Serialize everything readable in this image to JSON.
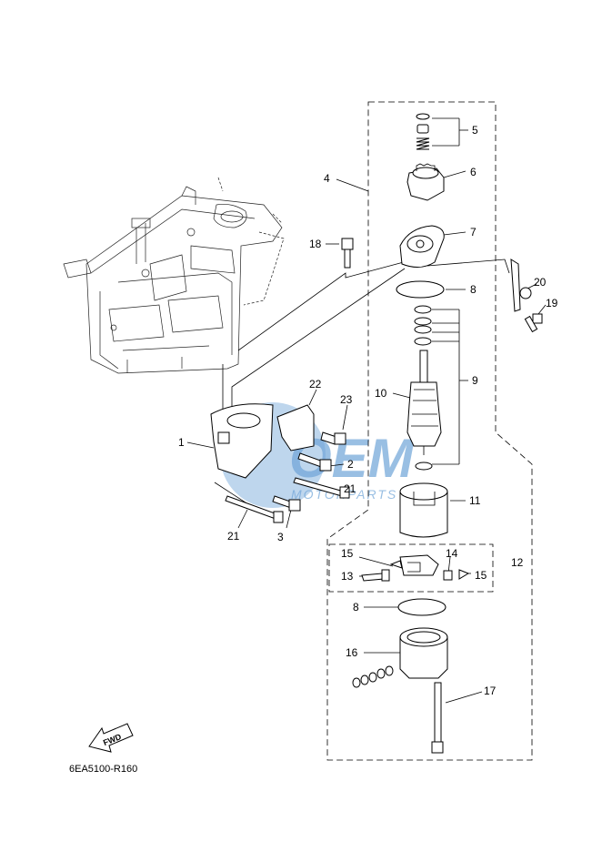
{
  "diagram": {
    "code": "6EA5100-R160",
    "fwd_label": "FWD",
    "watermark": {
      "brand": "OEM",
      "sub": "MOTORPARTS",
      "color": "#6fa4d8"
    },
    "callouts": [
      "1",
      "2",
      "3",
      "4",
      "5",
      "6",
      "7",
      "8",
      "9",
      "10",
      "11",
      "12",
      "13",
      "14",
      "15",
      "15",
      "16",
      "17",
      "18",
      "19",
      "20",
      "21",
      "21",
      "22",
      "23",
      "8"
    ]
  }
}
